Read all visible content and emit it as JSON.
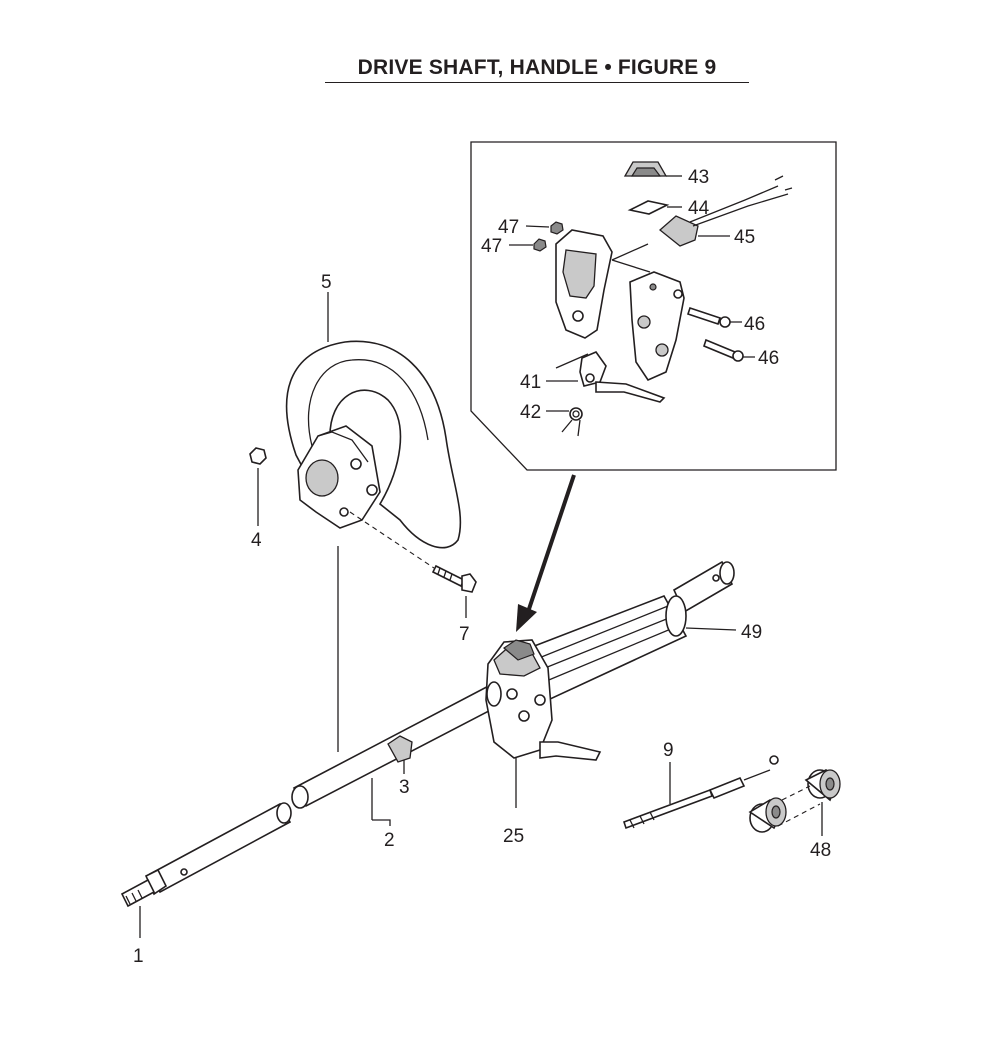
{
  "title": "DRIVE SHAFT, HANDLE  •  FIGURE 9",
  "callouts": {
    "p1": "1",
    "p2": "2",
    "p3": "3",
    "p4": "4",
    "p5": "5",
    "p7": "7",
    "p9": "9",
    "p25": "25",
    "p41": "41",
    "p42": "42",
    "p43": "43",
    "p44": "44",
    "p45": "45",
    "p46a": "46",
    "p46b": "46",
    "p47a": "47",
    "p47b": "47",
    "p48": "48",
    "p49": "49"
  }
}
